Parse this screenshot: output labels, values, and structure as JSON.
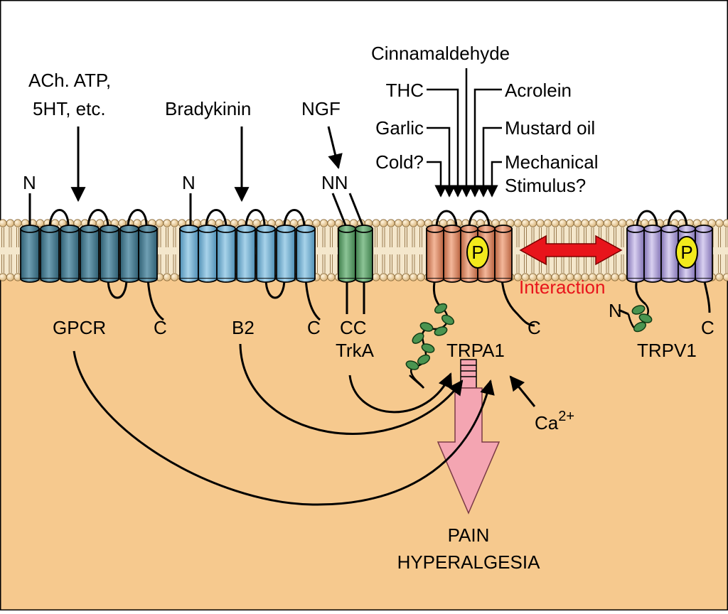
{
  "colors": {
    "cytoplasm": "#f6c98e",
    "extracellular": "#ffffff",
    "lipid_head": "#f6d9a6",
    "gpcr": "#4f8296",
    "b2": "#7db4d2",
    "trka": "#5e9e68",
    "trpa1": "#d98a68",
    "trpv1": "#a99bd0",
    "phospho": "#f2ea1c",
    "ankyrin": "#4a9450",
    "interaction": "#e8141b",
    "pain_arrow": "#f4a5b2"
  },
  "stimuli": {
    "gpcr_ligand_line1": "ACh. ATP,",
    "gpcr_ligand_line2": "5HT, etc.",
    "b2_ligand": "Bradykinin",
    "trka_ligand": "NGF",
    "top": "Cinnamaldehyde",
    "left": [
      "THC",
      "Garlic",
      "Cold?"
    ],
    "right": [
      "Acrolein",
      "Mustard oil"
    ],
    "right_mech_line1": "Mechanical",
    "right_mech_line2": "Stimulus?"
  },
  "receptors": {
    "gpcr": {
      "label": "GPCR",
      "n": "N",
      "c": "C"
    },
    "b2": {
      "label": "B2",
      "n": "N",
      "c": "C"
    },
    "trka": {
      "label": "TrkA",
      "n": "NN",
      "c": "CC"
    },
    "trpa1": {
      "label": "TRPA1",
      "c": "C",
      "p": "P"
    },
    "trpv1": {
      "label": "TRPV1",
      "n": "N",
      "c": "C",
      "p": "P"
    }
  },
  "interaction_label": "Interaction",
  "calcium": {
    "base": "Ca",
    "sup": "2+"
  },
  "outcome": {
    "line1": "PAIN",
    "line2": "HYPERALGESIA"
  }
}
